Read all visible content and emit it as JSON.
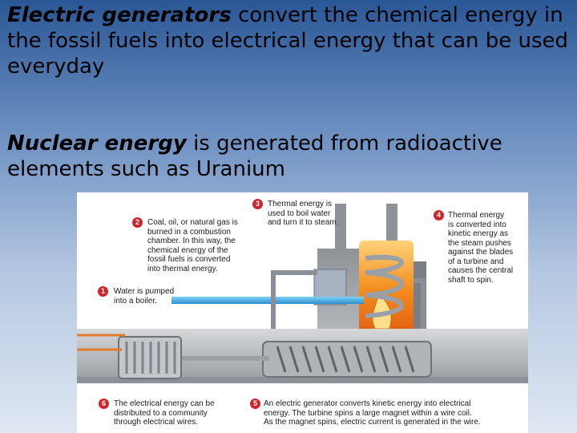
{
  "paragraph1": {
    "emphasis": "Electric generators",
    "rest": " convert the chemical energy in the fossil fuels into electrical energy that can be used everyday"
  },
  "paragraph2": {
    "emphasis": "Nuclear energy",
    "rest": " is generated from radioactive elements such as Uranium"
  },
  "diagram": {
    "colors": {
      "callout_badge": "#d2232a",
      "fire": "#f28c1e",
      "water": "#3e9ad8",
      "building": "#b9bcc0"
    },
    "callouts": [
      {
        "num": "1",
        "text": "Water is pumped\ninto a boiler."
      },
      {
        "num": "2",
        "text": "Coal, oil, or natural gas is\nburned in a combustion\nchamber. In this way, the\nchemical energy of the\nfossil fuels is converted\ninto thermal energy."
      },
      {
        "num": "3",
        "text": "Thermal energy is\nused to boil water\nand turn it to steam."
      },
      {
        "num": "4",
        "text": "Thermal energy\nis converted into\nkinetic energy as\nthe steam pushes\nagainst the blades\nof a turbine and\ncauses the central\nshaft to spin."
      },
      {
        "num": "5",
        "text": "An electric generator converts kinetic energy into electrical\nenergy. The turbine spins a large magnet within a wire coil.\nAs the magnet spins, electric current is generated in the wire."
      },
      {
        "num": "6",
        "text": "The electrical energy can be\ndistributed to a community\nthrough electrical wires."
      }
    ]
  }
}
